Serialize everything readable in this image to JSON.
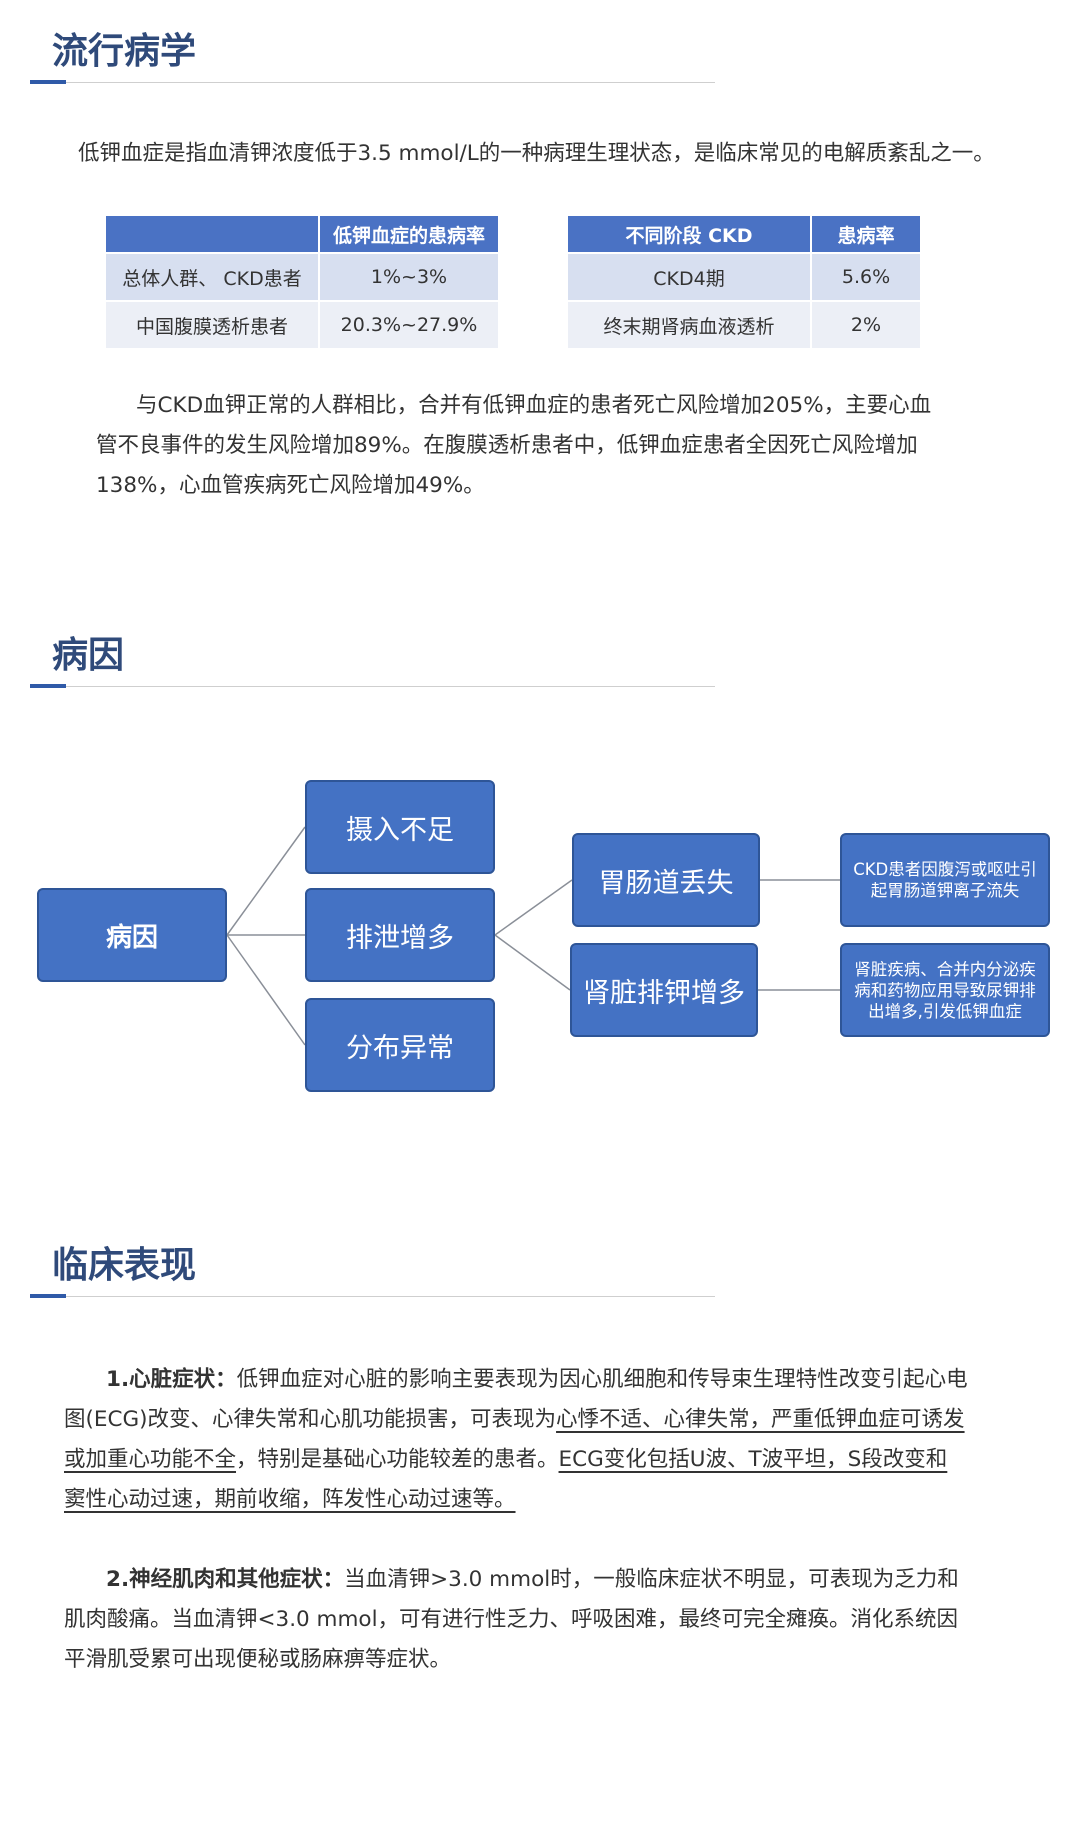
{
  "sections": {
    "epidemiology": {
      "title": "流行病学"
    },
    "etiology": {
      "title": "病因"
    },
    "clinical": {
      "title": "临床表现"
    }
  },
  "epidemiology": {
    "intro": "低钾血症是指血清钾浓度低于3.5 mmol/L的一种病理生理状态，是临床常见的电解质紊乱之一。",
    "table1": {
      "header": [
        "",
        "低钾血症的患病率"
      ],
      "rows": [
        [
          "总体人群、 CKD患者",
          "1%~3%"
        ],
        [
          "中国腹膜透析患者",
          "20.3%~27.9%"
        ]
      ]
    },
    "table2": {
      "header": [
        "不同阶段 CKD",
        "患病率"
      ],
      "rows": [
        [
          "CKD4期",
          "5.6%"
        ],
        [
          "终末期肾病血液透析",
          "2%"
        ]
      ]
    },
    "risk_lines": [
      "与CKD血钾正常的人群相比，合并有低钾血症的患者死亡风险增加205%，主要心血",
      "管不良事件的发生风险增加89%。在腹膜透析患者中，低钾血症患者全因死亡风险增加",
      "138%，心血管疾病死亡风险增加49%。"
    ]
  },
  "etiology": {
    "root": "病因",
    "intake": "摄入不足",
    "excretion": "排泄增多",
    "distribution": "分布异常",
    "gi_loss": "胃肠道丢失",
    "renal_loss": "肾脏排钾增多",
    "gi_detail": [
      "CKD患者因腹泻或呕吐引",
      "起胃肠道钾离子流失"
    ],
    "renal_detail": [
      "肾脏疾病、合并内分泌疾",
      "病和药物应用导致尿钾排",
      "出增多,引发低钾血症"
    ]
  },
  "clinical": {
    "p1": {
      "label": "1.心脏症状：",
      "l1": "低钾血症对心脏的影响主要表现为因心肌细胞和传导束生理特性改变引起心电",
      "l2a": "图(ECG)改变、心律失常和心肌功能损害，可表现为",
      "l2b": "心悸不适、心律失常，严重低钾血症可诱发",
      "l3a": "或加重心功能不全",
      "l3b": "，特别是基础心功能较差的患者。",
      "l3c": "ECG变化包括U波、T波平坦，S段改变和",
      "l4": "窦性心动过速，期前收缩，阵发性心动过速等。"
    },
    "p2": {
      "label": "2.神经肌肉和其他症状：",
      "l1": "当血清钾>3.0 mmol时，一般临床症状不明显，可表现为乏力和",
      "l2": "肌肉酸痛。当血清钾<3.0 mmol，可有进行性乏力、呼吸困难，最终可完全瘫痪。消化系统因",
      "l3": "平滑肌受累可出现便秘或肠麻痹等症状。"
    }
  },
  "colors": {
    "title": "#2f4a7a",
    "accent": "#2f5aa8",
    "node": "#4472c4",
    "table_header": "#4a72c4",
    "table_row1": "#d7dff0",
    "table_row2": "#eceff6"
  }
}
